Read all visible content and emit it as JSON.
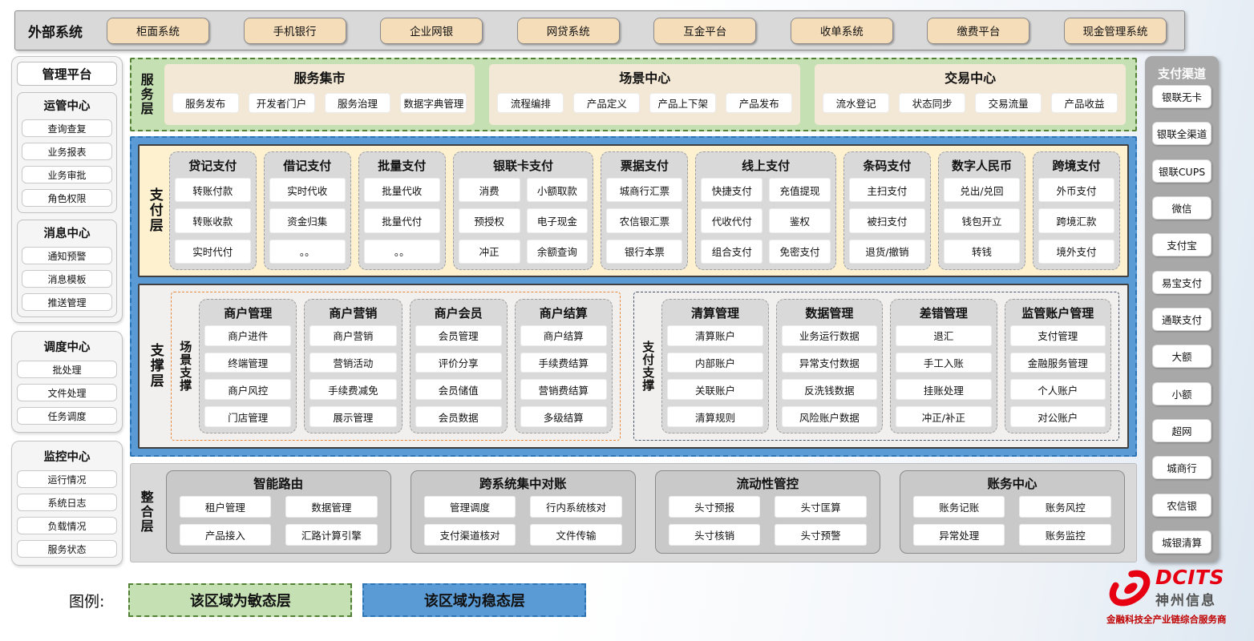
{
  "external": {
    "title": "外部系统",
    "systems": [
      "柜面系统",
      "手机银行",
      "企业网银",
      "网贷系统",
      "互金平台",
      "收单系统",
      "缴费平台",
      "现金管理系统"
    ]
  },
  "management": {
    "title": "管理平台",
    "panels": [
      {
        "sections": [
          {
            "title": "运管中心",
            "items": [
              "查询查复",
              "业务报表",
              "业务审批",
              "角色权限"
            ]
          },
          {
            "title": "消息中心",
            "items": [
              "通知预警",
              "消息模板",
              "推送管理"
            ]
          }
        ]
      },
      {
        "sections": [
          {
            "title": "调度中心",
            "items": [
              "批处理",
              "文件处理",
              "任务调度"
            ]
          }
        ]
      },
      {
        "sections": [
          {
            "title": "监控中心",
            "items": [
              "运行情况",
              "系统日志",
              "负载情况",
              "服务状态"
            ]
          }
        ]
      }
    ]
  },
  "service_layer": {
    "label": "服务层",
    "groups": [
      {
        "title": "服务集市",
        "items": [
          "服务发布",
          "开发者门户",
          "服务治理",
          "数据字典管理"
        ]
      },
      {
        "title": "场景中心",
        "items": [
          "流程编排",
          "产品定义",
          "产品上下架",
          "产品发布"
        ]
      },
      {
        "title": "交易中心",
        "items": [
          "流水登记",
          "状态同步",
          "交易流量",
          "产品收益"
        ]
      }
    ]
  },
  "payment_layer": {
    "label": "支付层",
    "columns": [
      {
        "title": "贷记支付",
        "cols": 1,
        "items": [
          "转账付款",
          "转账收款",
          "实时代付"
        ]
      },
      {
        "title": "借记支付",
        "cols": 1,
        "items": [
          "实时代收",
          "资金归集",
          "。。"
        ]
      },
      {
        "title": "批量支付",
        "cols": 1,
        "items": [
          "批量代收",
          "批量代付",
          "。。"
        ]
      },
      {
        "title": "银联卡支付",
        "cols": 2,
        "items": [
          "消费",
          "小额取款",
          "预授权",
          "电子现金",
          "冲正",
          "余额查询"
        ]
      },
      {
        "title": "票据支付",
        "cols": 1,
        "items": [
          "城商行汇票",
          "农信银汇票",
          "银行本票"
        ]
      },
      {
        "title": "线上支付",
        "cols": 2,
        "items": [
          "快捷支付",
          "充值提现",
          "代收代付",
          "鉴权",
          "组合支付",
          "免密支付"
        ]
      },
      {
        "title": "条码支付",
        "cols": 1,
        "items": [
          "主扫支付",
          "被扫支付",
          "退货/撤销"
        ]
      },
      {
        "title": "数字人民币",
        "cols": 1,
        "items": [
          "兑出/兑回",
          "钱包开立",
          "转钱"
        ]
      },
      {
        "title": "跨境支付",
        "cols": 1,
        "items": [
          "外币支付",
          "跨境汇款",
          "境外支付"
        ]
      }
    ]
  },
  "support_layer": {
    "label": "支撑层",
    "groups": [
      {
        "label": "场景支撑",
        "style": "agile",
        "columns": [
          {
            "title": "商户管理",
            "items": [
              "商户进件",
              "终端管理",
              "商户风控",
              "门店管理"
            ]
          },
          {
            "title": "商户营销",
            "items": [
              "商户营销",
              "营销活动",
              "手续费减免",
              "展示管理"
            ]
          },
          {
            "title": "商户会员",
            "items": [
              "会员管理",
              "评价分享",
              "会员储值",
              "会员数据"
            ]
          },
          {
            "title": "商户结算",
            "items": [
              "商户结算",
              "手续费结算",
              "营销费结算",
              "多级结算"
            ]
          }
        ]
      },
      {
        "label": "支付支撑",
        "style": "stable",
        "columns": [
          {
            "title": "清算管理",
            "items": [
              "清算账户",
              "内部账户",
              "关联账户",
              "清算规则"
            ]
          },
          {
            "title": "数据管理",
            "items": [
              "业务运行数据",
              "异常支付数据",
              "反洗钱数据",
              "风险账户数据"
            ]
          },
          {
            "title": "差错管理",
            "items": [
              "退汇",
              "手工入账",
              "挂账处理",
              "冲正/补正"
            ]
          },
          {
            "title": "监管账户管理",
            "items": [
              "支付管理",
              "金融服务管理",
              "个人账户",
              "对公账户"
            ]
          }
        ]
      }
    ]
  },
  "integration_layer": {
    "label": "整合层",
    "groups": [
      {
        "title": "智能路由",
        "items": [
          "租户管理",
          "数据管理",
          "产品接入",
          "汇路计算引擎"
        ]
      },
      {
        "title": "跨系统集中对账",
        "items": [
          "管理调度",
          "行内系统核对",
          "支付渠道核对",
          "文件传输"
        ]
      },
      {
        "title": "流动性管控",
        "items": [
          "头寸预报",
          "头寸匡算",
          "头寸核销",
          "头寸预警"
        ]
      },
      {
        "title": "账务中心",
        "items": [
          "账务记账",
          "账务风控",
          "异常处理",
          "账务监控"
        ]
      }
    ]
  },
  "channels": {
    "title": "支付渠道",
    "items": [
      "银联无卡",
      "银联全渠道",
      "银联CUPS",
      "微信",
      "支付宝",
      "易宝支付",
      "通联支付",
      "大额",
      "小额",
      "超网",
      "城商行",
      "农信银",
      "城银清算"
    ]
  },
  "legend": {
    "label": "图例:",
    "items": [
      {
        "text": "该区域为敏态层",
        "type": "agile"
      },
      {
        "text": "该区域为稳态层",
        "type": "stable"
      }
    ]
  },
  "logo": {
    "brand": "DCITS",
    "company": "神州信息",
    "tagline": "金融科技全产业链综合服务商"
  },
  "colors": {
    "agile_green": "#c5e0b3",
    "stable_blue": "#5b9bd5",
    "panel_tan": "#f6ddb9",
    "brand_red": "#e60012"
  }
}
